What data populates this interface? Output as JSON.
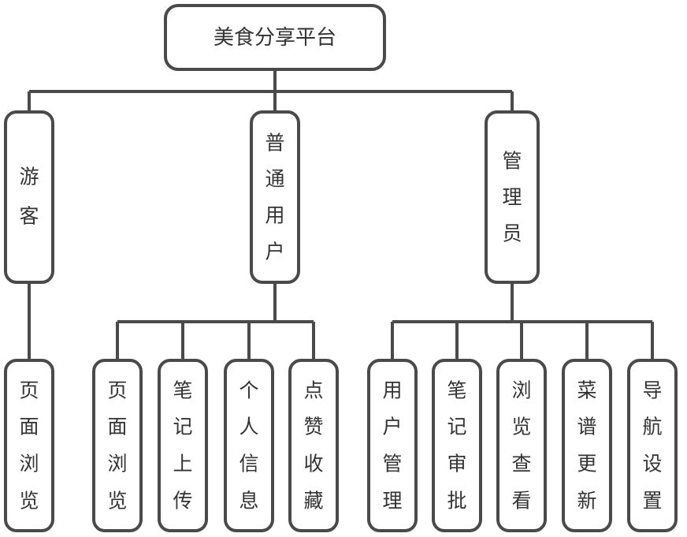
{
  "root": {
    "label": "美食分享平台"
  },
  "roles": [
    {
      "label": "游客",
      "children": [
        "页面浏览"
      ]
    },
    {
      "label": "普通用户",
      "children": [
        "页面浏览",
        "笔记上传",
        "个人信息",
        "点赞收藏"
      ]
    },
    {
      "label": "管理员",
      "children": [
        "用户管理",
        "笔记审批",
        "浏览查看",
        "菜谱更新",
        "导航设置"
      ]
    }
  ]
}
